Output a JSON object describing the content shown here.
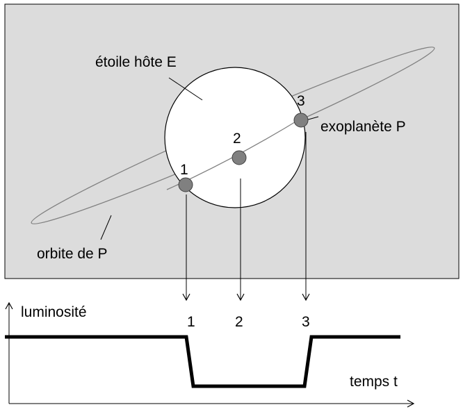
{
  "labels": {
    "star": "étoile hôte E",
    "planet": "exoplanète P",
    "orbit": "orbite de P",
    "luminosity_axis": "luminosité",
    "time_axis": "temps t"
  },
  "positions": [
    {
      "number": "1"
    },
    {
      "number": "2"
    },
    {
      "number": "3"
    }
  ],
  "colors": {
    "panel_fill": "#dcdcdc",
    "star_fill": "#ffffff",
    "planet_fill": "#808080",
    "stroke": "#000000"
  }
}
